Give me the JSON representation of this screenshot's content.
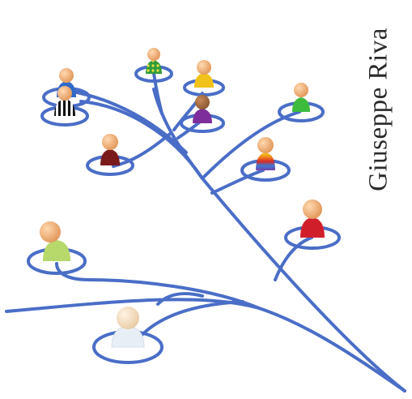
{
  "cover": {
    "author": "Giuseppe Riva"
  },
  "colors": {
    "branch": "#4a6ec7",
    "background": "#ffffff",
    "text": "#2a2a2a",
    "skin": "#f1b07a"
  },
  "figures": [
    {
      "name": "figure-blue-top-left",
      "body": "#2f6ac9",
      "pattern": "solid"
    },
    {
      "name": "figure-striped",
      "body": "#222222",
      "pattern": "stripes"
    },
    {
      "name": "figure-green-pattern",
      "body": "#2f9c3c",
      "pattern": "dots"
    },
    {
      "name": "figure-yellow",
      "body": "#f0c21a",
      "pattern": "solid"
    },
    {
      "name": "figure-purple",
      "body": "#7d2e9b",
      "pattern": "solid"
    },
    {
      "name": "figure-green-right",
      "body": "#3dbb3d",
      "pattern": "solid"
    },
    {
      "name": "figure-dark-red",
      "body": "#7a1a1a",
      "pattern": "solid"
    },
    {
      "name": "figure-rainbow",
      "body": "#e23b3b",
      "pattern": "rainbow"
    },
    {
      "name": "figure-red-right",
      "body": "#d01f2b",
      "pattern": "solid"
    },
    {
      "name": "figure-lime",
      "body": "#b7d86a",
      "pattern": "solid"
    },
    {
      "name": "figure-white-bottom",
      "body": "#e8eef6",
      "pattern": "solid"
    }
  ]
}
